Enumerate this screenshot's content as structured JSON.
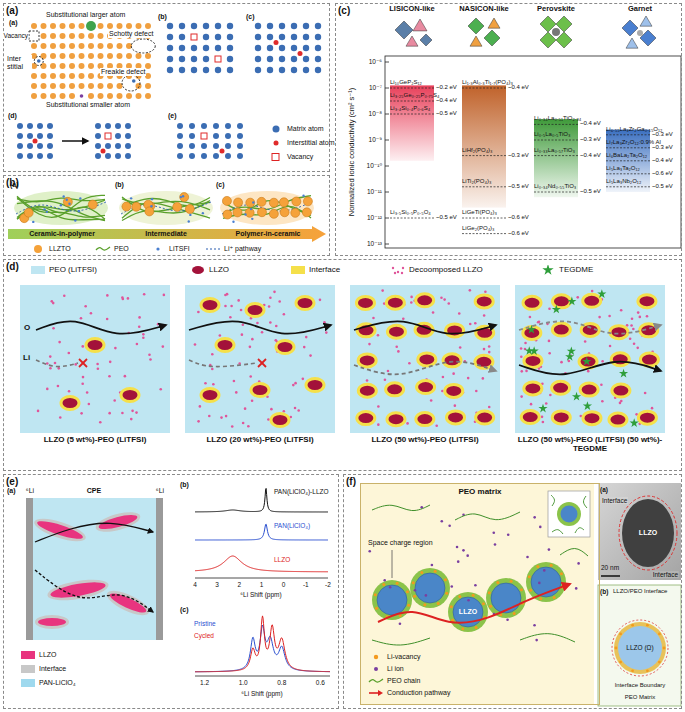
{
  "diagram": {
    "nodes": [
      {
        "text": [
          "(a)"
        ]
      },
      {
        "text": [
          "(b)"
        ]
      },
      {
        "text": [
          "(c)"
        ]
      },
      {
        "text": [
          "(d)"
        ]
      },
      {
        "text": [
          "LLZO (5 wt%)-PEO (LiTFSI)"
        ],
        "in": 3
      },
      {
        "text": [
          "LLZO (20 wt%)-PEO (LiTFSI)"
        ],
        "in": 3
      },
      {
        "text": [
          "LLZO (50 wt%)-PEO (LiTFSI)"
        ],
        "in": 3
      },
      {
        "text": [
          "LLZO (50 wt%)-PEO (LiTFSI) (50 wt%)-TEGDME"
        ],
        "in": 3
      },
      {
        "text": [
          "(e)"
        ]
      },
      {
        "text": [
          "(f)"
        ]
      },
      {
        "text": [
          "PEO matrix"
        ],
        "in": 9
      }
    ],
    "labels": [
      "(a)",
      "Substitutional larger atom",
      "Vacancy",
      "Schotty defect",
      "Inter stitial",
      "Freakle defect",
      "Substitutional smaller atom",
      "(b)",
      "(c)",
      "(d)",
      "(e)",
      "(a)",
      "(b)",
      "(c)",
      "Ceramic-in-polymer",
      "Intermediate",
      "Polymer-in-ceramic",
      "LISICON-like",
      "NASICON-like",
      "Perovskite",
      "Garnet",
      "Normalized ionic conductivity (cm² s⁻¹)",
      "10⁻⁶",
      "10⁻⁷",
      "10⁻⁸",
      "10⁻⁹",
      "10⁻¹⁰",
      "10⁻¹¹",
      "10⁻¹²",
      "10⁻¹³",
      "Li₁₀GeP₂S₁₂",
      "~0.2 eV",
      "Li₃.₂₅Ge₀.₂₅P₀.₇₅S₄",
      "~0.4 eV",
      "Li₃.₄Si₀.₄P₀.₆S₄",
      "~0.5 eV",
      "Li₃.₅Si₀.₅P₀.₅O₄",
      "~0.5 eV",
      "Li₁.₃Al₀.₃Ti₁.₇(PO₄)₃",
      "~0.4 eV",
      "LiHf₂(PO₄)₃",
      "~0.3 eV",
      "LiTi₂(PO₄)₃",
      "~0.5 eV",
      "LiGeTi(PO₄)₃",
      "~0.6 eV",
      "LiGe₂(PO₄)₃",
      "~0.6 eV",
      "Li₀.₃₄La₀.₅₁TiO₂.₉₄",
      "~0.4 eV",
      "Li₀.₅La₀.₅TiO₃",
      "~0.3 eV",
      "Li₀.₃₃La₀.₅₇TiO₃",
      "~0.4 eV",
      "Li₀.₃₄Nd₀.₅₅TiO₃",
      "~0.5 eV",
      "Li₆.₅₅La₃Zr₂Ga₀.₁₅O₁₂",
      "~0.3 eV",
      "Li₇La₃Zr₂O₁₂:0.9% Al",
      "~0.3 eV",
      "Li₆BaLa₂Ta₂O₁₂",
      "~0.4 eV",
      "Li₅La₃Ta₂O₁₂",
      "~0.6 eV",
      "Li₅La₃Nb₂O₁₂",
      "~0.5 eV",
      "O",
      "Li",
      "(a)",
      "⁶Li",
      "CPE",
      "⁶Li",
      "(b)",
      "PAN(LiClO₄)-LLZO",
      "PAN(LiClO₄)",
      "LLZO",
      "4",
      "3",
      "2",
      "1",
      "0",
      "-1",
      "-2",
      "⁶Li Shift (ppm)",
      "(c)",
      "Pristine",
      "Cycled",
      "1.2",
      "1.0",
      "0.8",
      "0.6",
      "⁶Li Shift (ppm)",
      "Space charge region",
      "LLZO",
      "(a)",
      "Interface",
      "LLZO",
      "20 nm",
      "Interface",
      "(b)",
      "LLZO/PEO Interface",
      "LLZO (Ω)",
      "Interface Boundary",
      "PEO Matrix"
    ],
    "legend": [
      {
        "text": "Matrix atom",
        "color": "#3b6db3"
      },
      {
        "text": "Interstitial atom",
        "color": "#e02b2b"
      },
      {
        "text": "Vacancy"
      },
      {
        "text": "LLZTO",
        "color": "#f5a23a"
      },
      {
        "text": "PEO"
      },
      {
        "text": "LiTSFI"
      },
      {
        "text": "Li⁺ pathway"
      },
      {
        "text": "PEO (LiTFSI)",
        "color": "#bfe6f2"
      },
      {
        "text": "LLZO",
        "color": "#a3123a"
      },
      {
        "text": "Interface",
        "color": "#f5e04a"
      },
      {
        "text": "Decoomposed LLZO"
      },
      {
        "text": "TEGDME"
      },
      {
        "text": "LLZO",
        "color": "#e8347f"
      },
      {
        "text": "Interface",
        "color": "#c8c8c8"
      },
      {
        "text": "PAN-LiClO₄",
        "color": "#9fd9ee"
      },
      {
        "text": "Li-vacancy",
        "color": "#f39a1e"
      },
      {
        "text": "Li ion",
        "color": "#7a3fa0"
      },
      {
        "text": "PEO chain"
      },
      {
        "text": "Conduction pathway"
      }
    ]
  }
}
